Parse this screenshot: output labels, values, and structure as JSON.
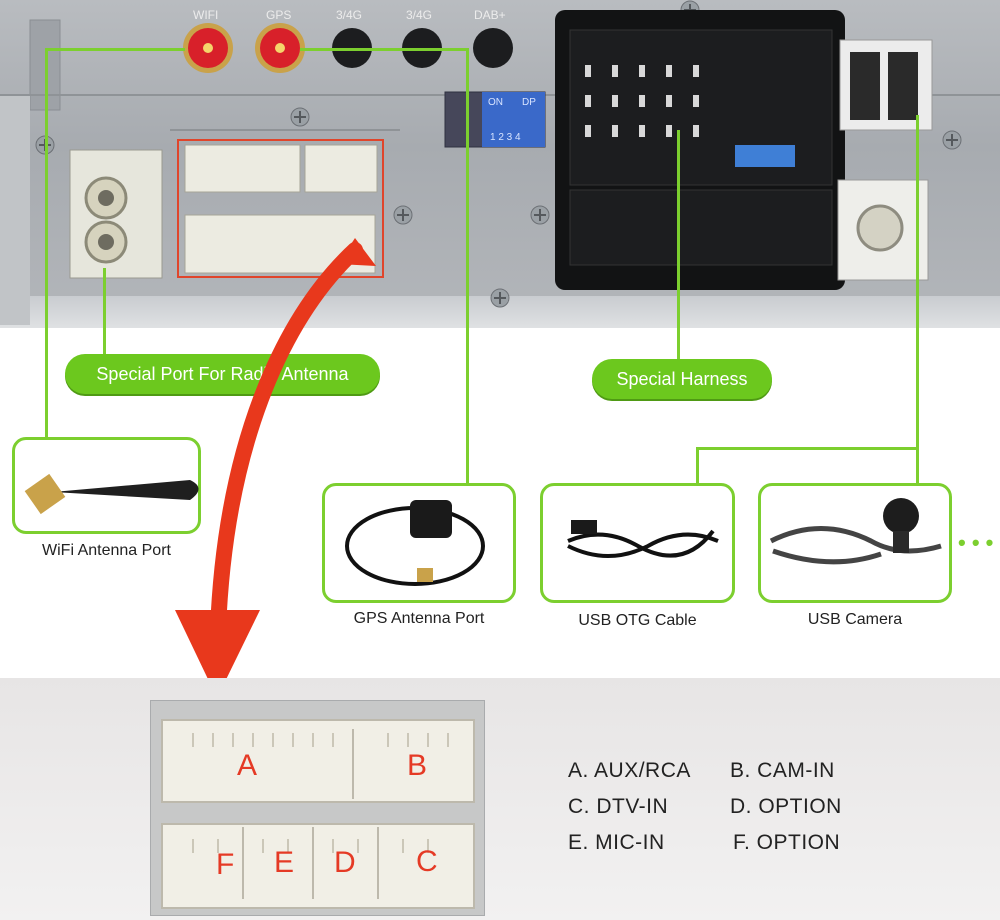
{
  "panel_labels": {
    "wifi_top": "WIFI",
    "gps_top": "GPS",
    "jack3": "3/4G",
    "jack4": "3/4G",
    "dab": "DAB+",
    "dip_on": "ON",
    "dip_dp": "DP",
    "dip_nums": "1 2 3 4"
  },
  "pills": {
    "radio_antenna": "Special Port For Radio Antenna",
    "harness": "Special Harness"
  },
  "captions": {
    "wifi": "WiFi Antenna Port",
    "gps": "GPS Antenna Port",
    "usb_otg": "USB OTG Cable",
    "usb_camera": "USB Camera"
  },
  "ellipsis": "• • •",
  "connector_letters": {
    "a": "A",
    "b": "B",
    "c": "C",
    "d": "D",
    "e": "E",
    "f": "F"
  },
  "legend": [
    {
      "left": "A. AUX/RCA",
      "right": "B. CAM-IN"
    },
    {
      "left": "C. DTV-IN",
      "right": "D. OPTION"
    },
    {
      "left": "E. MIC-IN",
      "right": "F. OPTION"
    }
  ],
  "colors": {
    "accent_green": "#7ccf2f",
    "arrow_red": "#e8381c",
    "letter_red": "#e53a25"
  }
}
